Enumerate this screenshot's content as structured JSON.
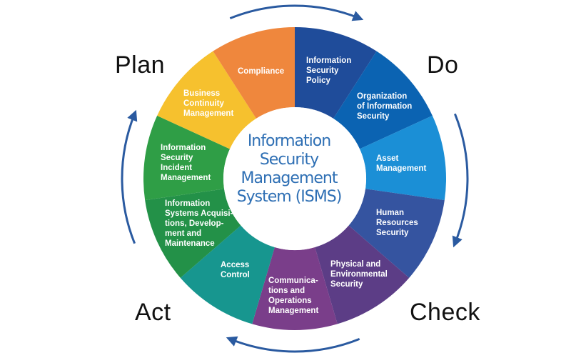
{
  "phases": {
    "plan": "Plan",
    "do": "Do",
    "check": "Check",
    "act": "Act"
  },
  "center": {
    "lines": [
      "Information",
      "Security",
      "Management",
      "System (ISMS)"
    ]
  },
  "segments": [
    {
      "lines": [
        "Information",
        "Security",
        "Policy"
      ],
      "color": "#1f4c9a"
    },
    {
      "lines": [
        "Organization",
        "of Information",
        "Security"
      ],
      "color": "#0b63b2"
    },
    {
      "lines": [
        "Asset",
        "Management"
      ],
      "color": "#1b8fd6"
    },
    {
      "lines": [
        "Human",
        "Resources",
        "Security"
      ],
      "color": "#3554a0"
    },
    {
      "lines": [
        "Physical and",
        "Environmental",
        "Security"
      ],
      "color": "#5c3d86"
    },
    {
      "lines": [
        "Communica-",
        "tions and",
        "Operations",
        "Management"
      ],
      "color": "#7a3e8a"
    },
    {
      "lines": [
        "Access",
        "Control"
      ],
      "color": "#17968f"
    },
    {
      "lines": [
        "Information",
        "Systems Acquisi-",
        "tions, Develop-",
        "ment and",
        "Maintenance"
      ],
      "color": "#239148"
    },
    {
      "lines": [
        "Information",
        "Security",
        "Incident",
        "Management"
      ],
      "color": "#2f9e46"
    },
    {
      "lines": [
        "Business",
        "Continuity",
        "Management"
      ],
      "color": "#f6c12e"
    },
    {
      "lines": [
        "Compliance"
      ],
      "color": "#ef873d"
    }
  ],
  "arrow_color": "#2a5aa0"
}
